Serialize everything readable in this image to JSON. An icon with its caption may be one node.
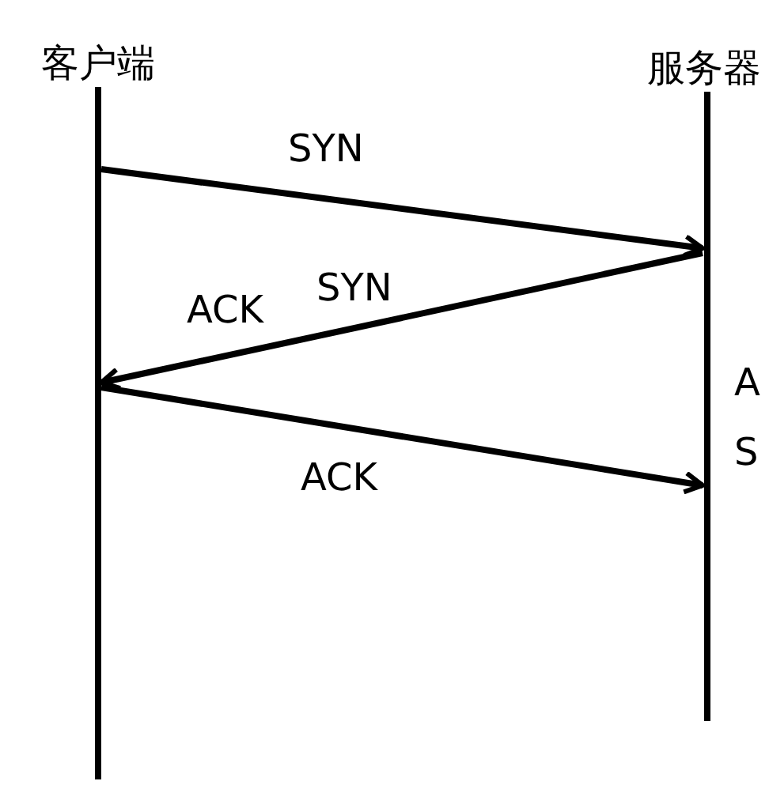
{
  "diagram": {
    "nodes": [
      {
        "text": [
          "客户端"
        ]
      },
      {
        "text": [
          "服务器"
        ]
      }
    ],
    "edges": [
      {
        "from": 0,
        "to": 1,
        "arrow": "to",
        "label": "SYN"
      },
      {
        "from": 1,
        "to": 0,
        "arrow": "to",
        "label": "ACK SYN"
      },
      {
        "from": 0,
        "to": 1,
        "arrow": "to",
        "label": "ACK"
      }
    ],
    "labels": [
      "A",
      "S"
    ]
  }
}
